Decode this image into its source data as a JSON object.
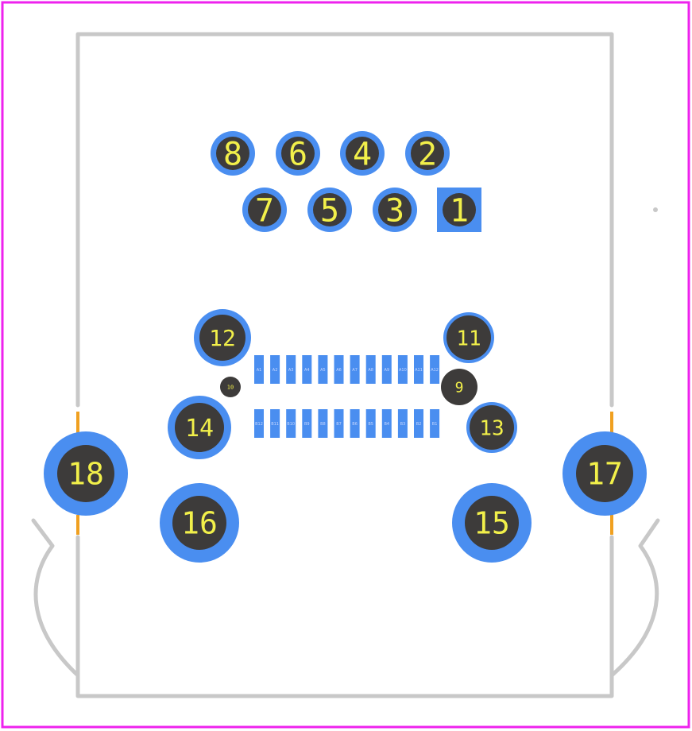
{
  "colors": {
    "background": "#ffffff",
    "board_outline": "#ee22ee",
    "silkscreen": "#c8c8c8",
    "pad_copper": "#4a8ef0",
    "drill_hole": "#3d3b3a",
    "pin_label": "#f2f04a",
    "keepout_marker": "#f0a020"
  },
  "pins_top_row": [
    {
      "label": "8"
    },
    {
      "label": "6"
    },
    {
      "label": "4"
    },
    {
      "label": "2"
    }
  ],
  "pins_bottom_row": [
    {
      "label": "7"
    },
    {
      "label": "5"
    },
    {
      "label": "3"
    },
    {
      "label": "1",
      "shape": "square"
    }
  ],
  "mount_pins": [
    {
      "label": "12"
    },
    {
      "label": "11"
    },
    {
      "label": "9"
    },
    {
      "label": "10"
    },
    {
      "label": "14"
    },
    {
      "label": "13"
    },
    {
      "label": "18"
    },
    {
      "label": "17"
    },
    {
      "label": "16"
    },
    {
      "label": "15"
    }
  ],
  "smd_top_row": [
    "A1",
    "A2",
    "A3",
    "A4",
    "A5",
    "A6",
    "A7",
    "A8",
    "A9",
    "A10",
    "A11",
    "A12"
  ],
  "smd_bottom_row": [
    "B12",
    "B11",
    "B10",
    "B9",
    "B8",
    "B7",
    "B6",
    "B5",
    "B4",
    "B3",
    "B2",
    "B1"
  ]
}
